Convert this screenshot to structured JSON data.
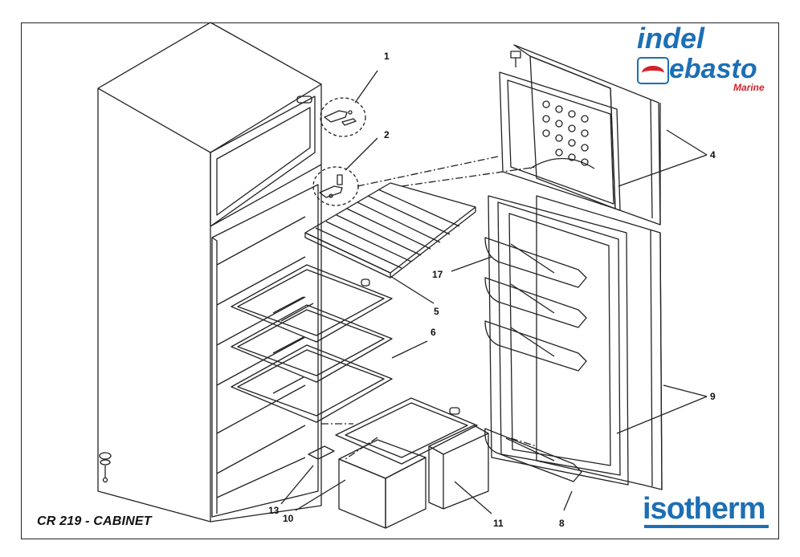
{
  "title": "CR 219 - CABINET",
  "logos": {
    "indel": "indel",
    "webasto": "ebasto",
    "marine": "Marine",
    "isotherm": "isotherm"
  },
  "callouts": [
    "1",
    "2",
    "4",
    "5",
    "6",
    "17",
    "9",
    "13",
    "10",
    "11",
    "8"
  ],
  "colors": {
    "brand_blue": "#1c6fb5",
    "brand_red": "#d2232a",
    "line": "#222222"
  }
}
